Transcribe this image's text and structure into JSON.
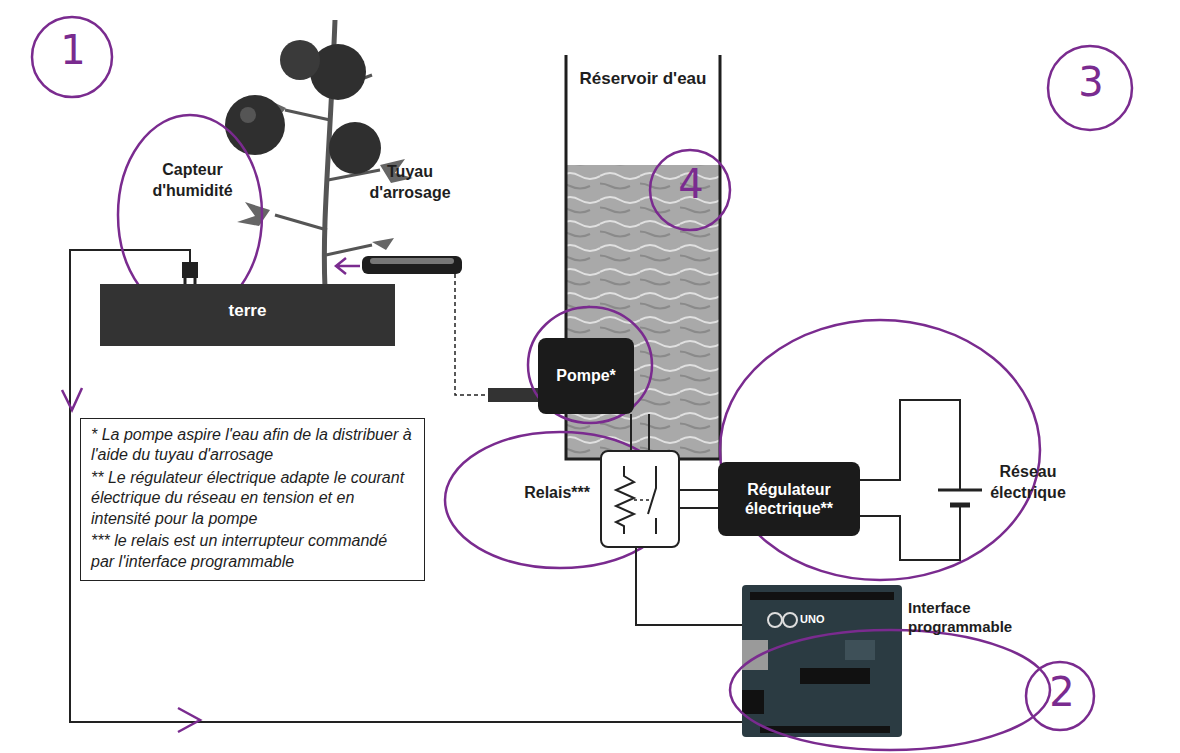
{
  "diagram": {
    "nodes": [
      {
        "text": [
          "Réservoir d'eau"
        ]
      },
      {
        "text": [
          "terre"
        ]
      },
      {
        "text": [
          "Pompe*"
        ],
        "in": 0
      },
      {
        "text": [
          "* La pompe aspire l'eau afin de la distribuer à l'aide du tuyau d'arrosage",
          "** Le régulateur électrique adapte le courant électrique du réseau en tension et en intensité pour la pompe",
          "*** le relais est un interrupteur commandé par l'interface programmable"
        ]
      },
      {
        "text": [
          "Relais***"
        ]
      },
      {
        "text": [
          "Régulateur électrique**"
        ]
      },
      {
        "text": [
          "Interface programmable"
        ]
      }
    ],
    "edges": [
      {
        "from": 2,
        "to": 4,
        "arrow": "none"
      },
      {
        "from": 4,
        "to": 5,
        "arrow": "none"
      },
      {
        "from": 4,
        "to": 6,
        "arrow": "none"
      }
    ],
    "labels": [
      "Capteur d'humidité",
      "Tuyau d'arrosage",
      "Réseau électrique",
      "UNO",
      "1",
      "2",
      "3",
      "4"
    ]
  }
}
